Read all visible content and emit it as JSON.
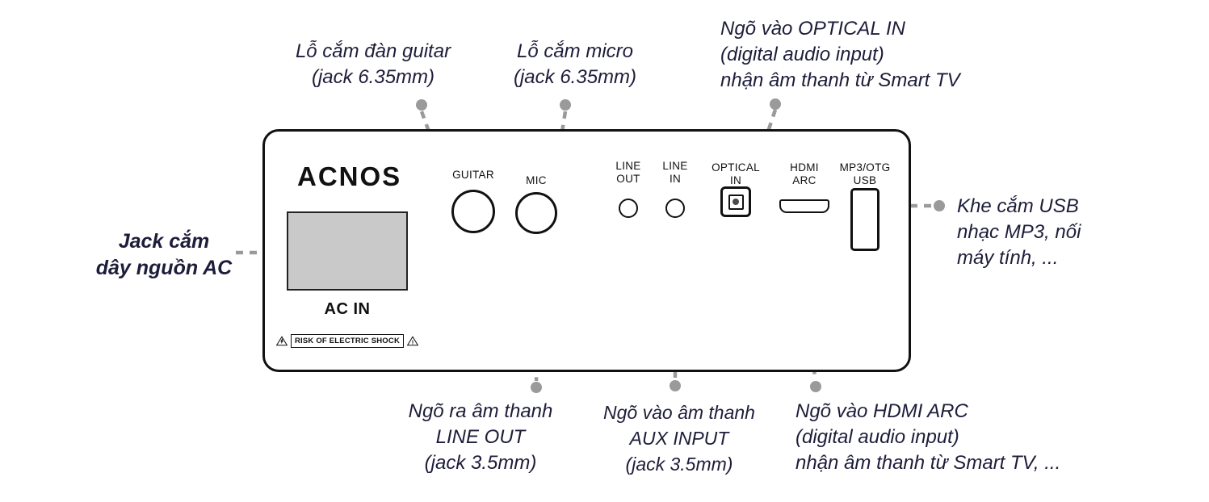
{
  "colors": {
    "connector": "#9a9a9a",
    "callout_text": "#1d1d3a",
    "inlet_fill": "#c9c9c9",
    "outline": "#111111"
  },
  "device": {
    "brand": "ACNOS",
    "ac_inlet_label": "AC IN",
    "warning_label": "RISK OF ELECTRIC SHOCK",
    "ports": {
      "guitar": "GUITAR",
      "mic": "MIC",
      "line_out": [
        "LINE",
        "OUT"
      ],
      "line_in": [
        "LINE",
        "IN"
      ],
      "optical": [
        "OPTICAL",
        "IN"
      ],
      "hdmi": [
        "HDMI",
        "ARC"
      ],
      "usb": [
        "MP3/OTG",
        "USB"
      ]
    }
  },
  "callouts": {
    "guitar_jack": [
      "Lỗ cắm đàn guitar",
      "(jack 6.35mm)"
    ],
    "mic_jack": [
      "Lỗ cắm micro",
      "(jack 6.35mm)"
    ],
    "optical_in": [
      "Ngõ vào OPTICAL IN",
      "(digital audio input)",
      "nhận âm thanh từ Smart TV"
    ],
    "ac_power": [
      "Jack cắm",
      "dây nguồn AC"
    ],
    "usb": [
      "Khe cắm USB",
      "nhạc MP3, nối",
      "máy tính, ..."
    ],
    "line_out": [
      "Ngõ ra âm thanh",
      "LINE OUT",
      "(jack 3.5mm)"
    ],
    "aux_in": [
      "Ngõ vào âm thanh",
      "AUX INPUT",
      "(jack 3.5mm)"
    ],
    "hdmi_arc": [
      "Ngõ vào HDMI ARC",
      "(digital audio input)",
      "nhận âm thanh từ Smart TV, ..."
    ]
  }
}
